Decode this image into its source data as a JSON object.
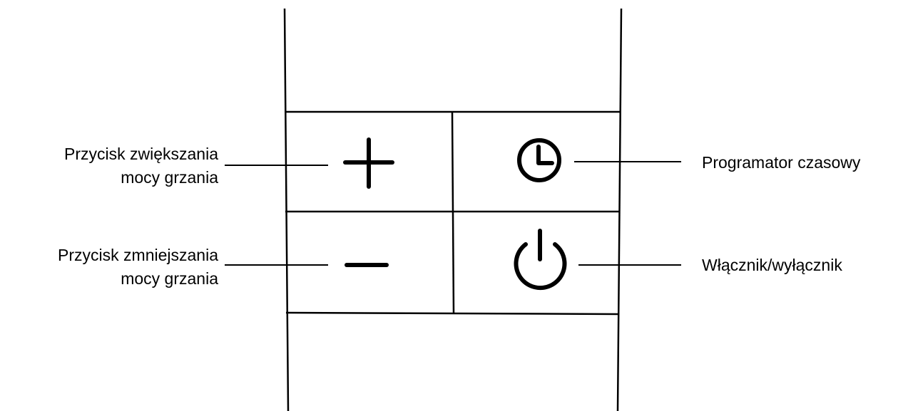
{
  "callouts": {
    "increase": {
      "line1": "Przycisk zwiększania",
      "line2": "mocy grzania",
      "icon": "plus-icon"
    },
    "decrease": {
      "line1": "Przycisk zmniejszania",
      "line2": "mocy grzania",
      "icon": "minus-icon"
    },
    "timer": {
      "text": "Programator czasowy",
      "icon": "clock-icon"
    },
    "power": {
      "text": "Włącznik/wyłącznik",
      "icon": "power-icon"
    }
  },
  "colors": {
    "stroke": "#000000",
    "background": "#ffffff"
  }
}
